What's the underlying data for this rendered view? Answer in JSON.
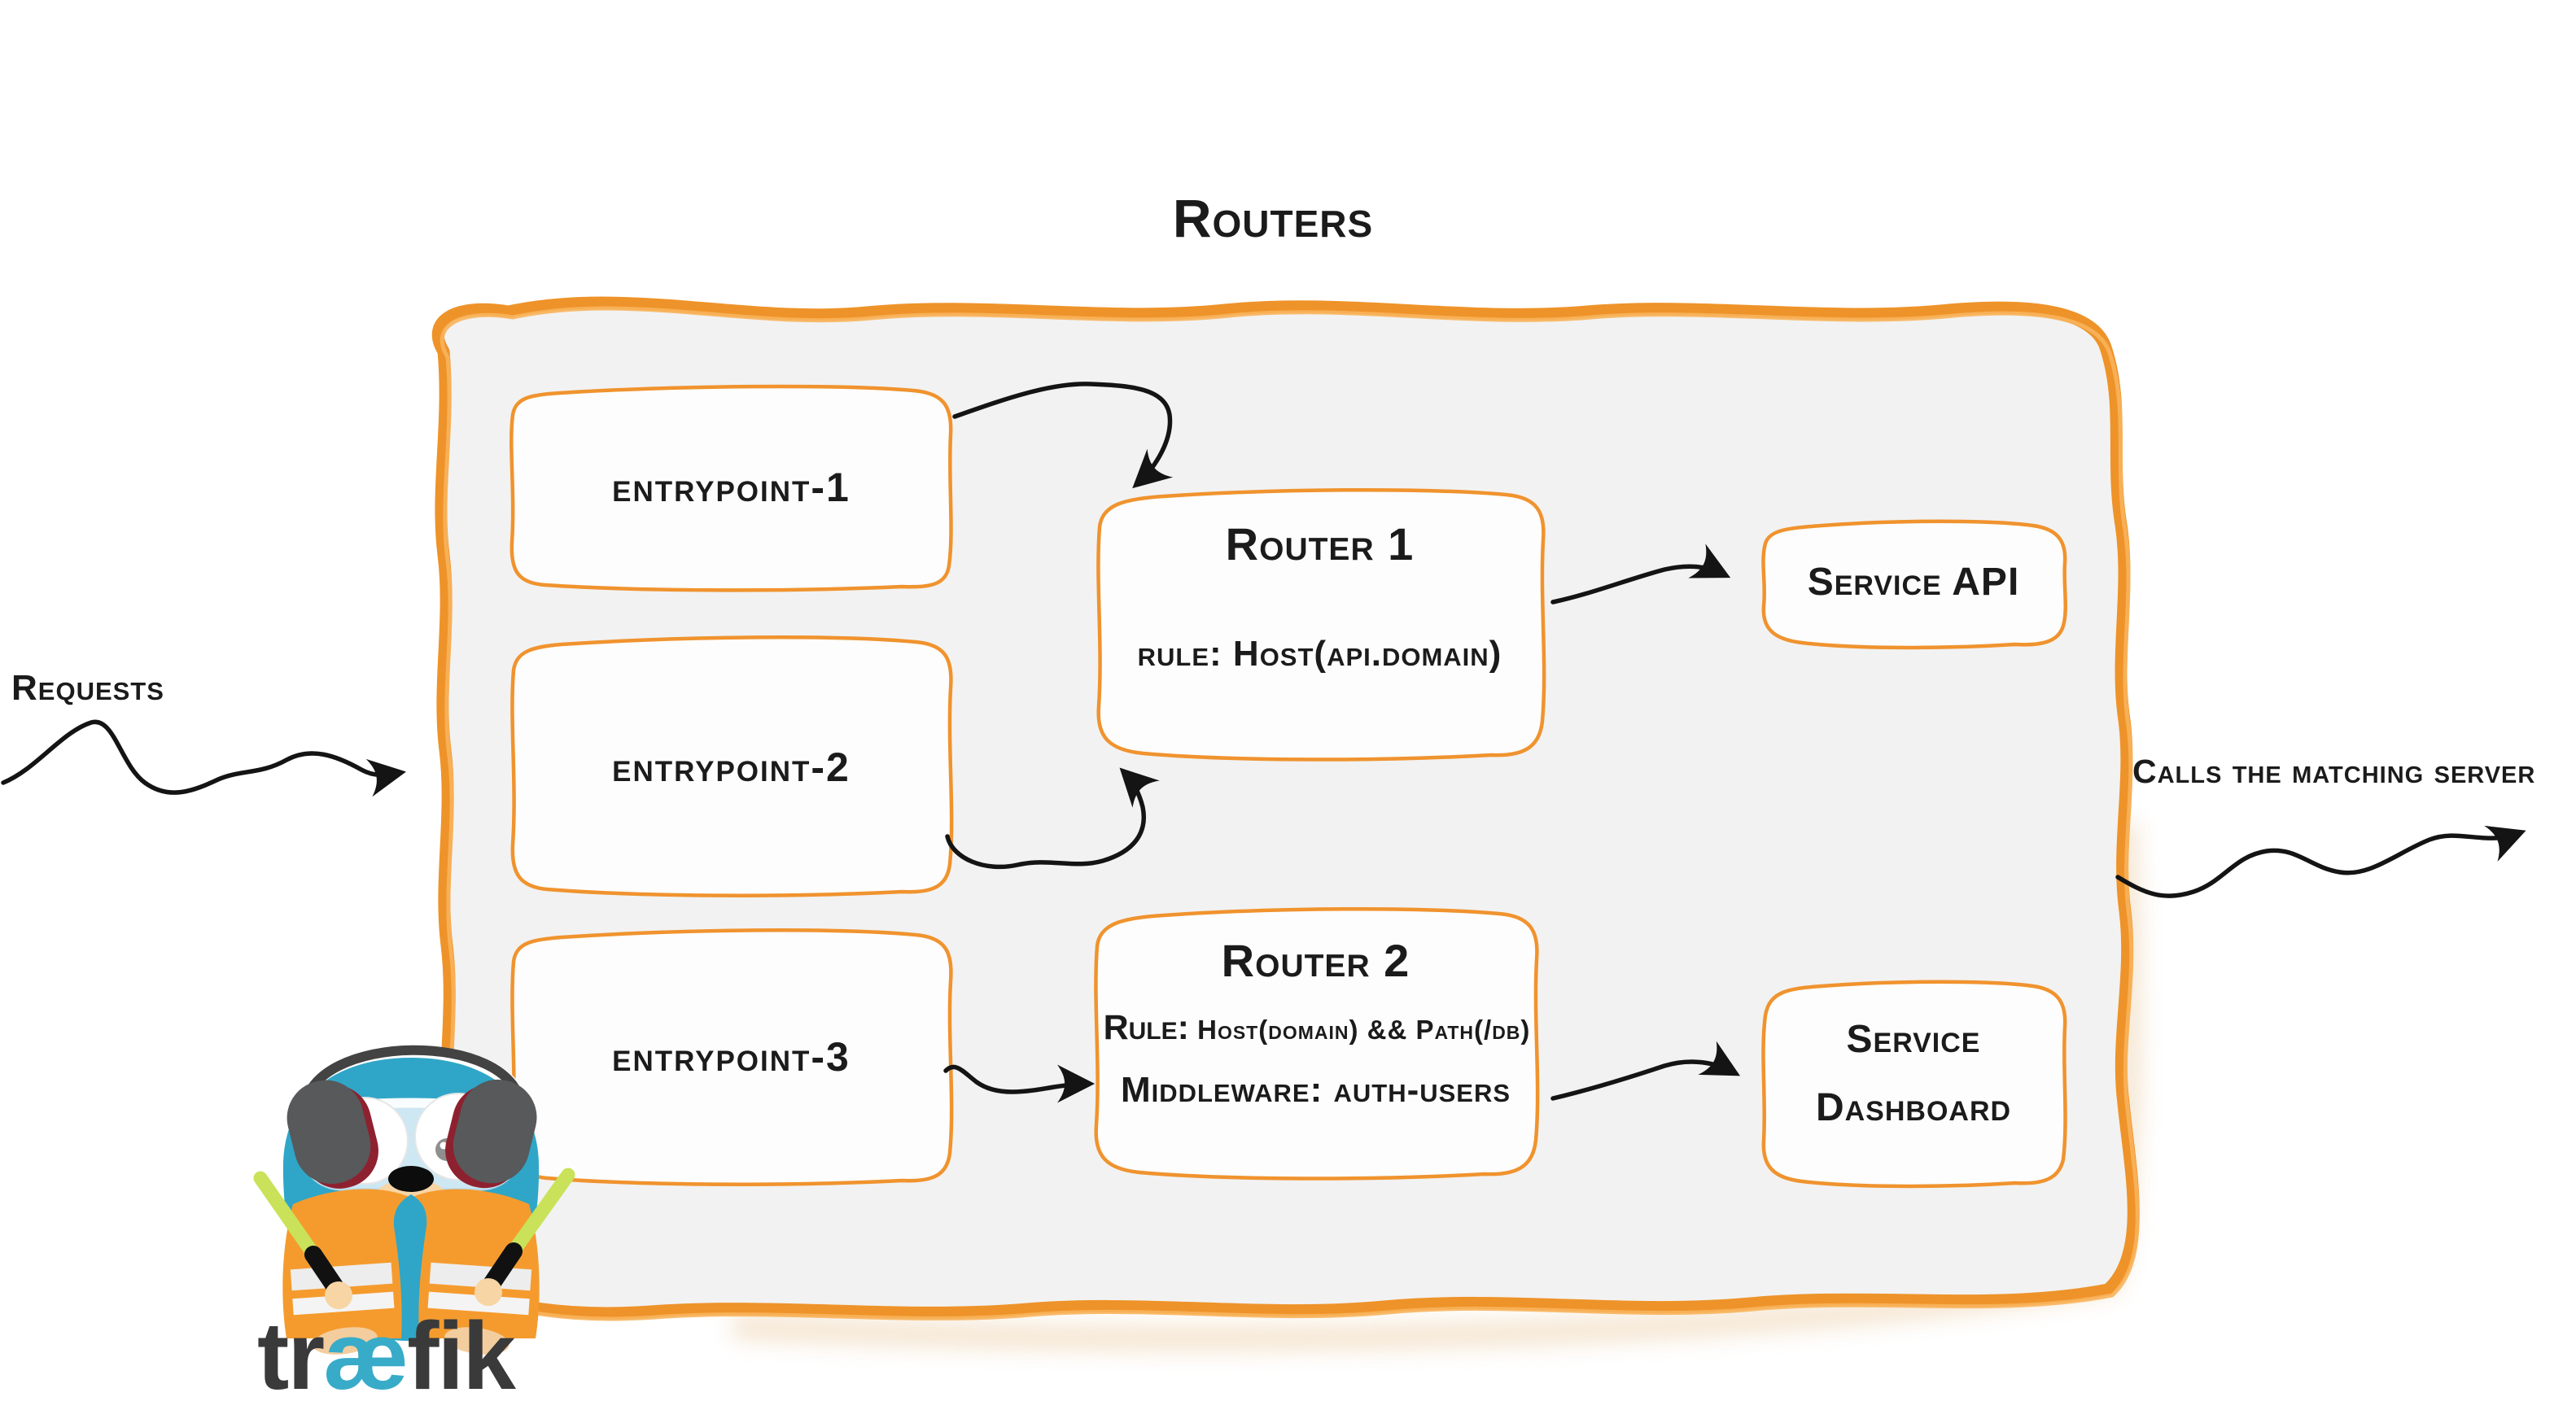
{
  "title": "Routers",
  "outside": {
    "requests_label": "Requests",
    "calls_label": "Calls the matching server"
  },
  "entrypoints": [
    {
      "label": "entrypoint-1"
    },
    {
      "label": "entrypoint-2"
    },
    {
      "label": "entrypoint-3"
    }
  ],
  "routers": [
    {
      "title": "Router 1",
      "rule_label": "rule:",
      "rule_value": "Host(api.domain)"
    },
    {
      "title": "Router 2",
      "rule_label": "Rule:",
      "rule_value": "Host(domain) && Path(/db)",
      "middleware_label": "Middleware:",
      "middleware_value": "auth-users"
    }
  ],
  "services": [
    {
      "label": "Service API"
    },
    {
      "label_line1": "Service",
      "label_line2": "Dashboard"
    }
  ],
  "logo": {
    "wordmark_pre": "tr",
    "wordmark_ae": "æ",
    "wordmark_post": "fik"
  },
  "colors": {
    "frame_orange": "#EE9329",
    "box_border_orange": "#F0932E",
    "frame_fill": "#F2F2F2",
    "ink": "#1B1B1B",
    "gopher_teal": "#2FA6C8",
    "vest_orange": "#F59B2E",
    "stick_green": "#C9E25A",
    "headphone_gray": "#58595B",
    "headphone_red": "#8E2130",
    "logo_gray": "#3A3A3A",
    "logo_ae_teal": "#38ABC9"
  }
}
